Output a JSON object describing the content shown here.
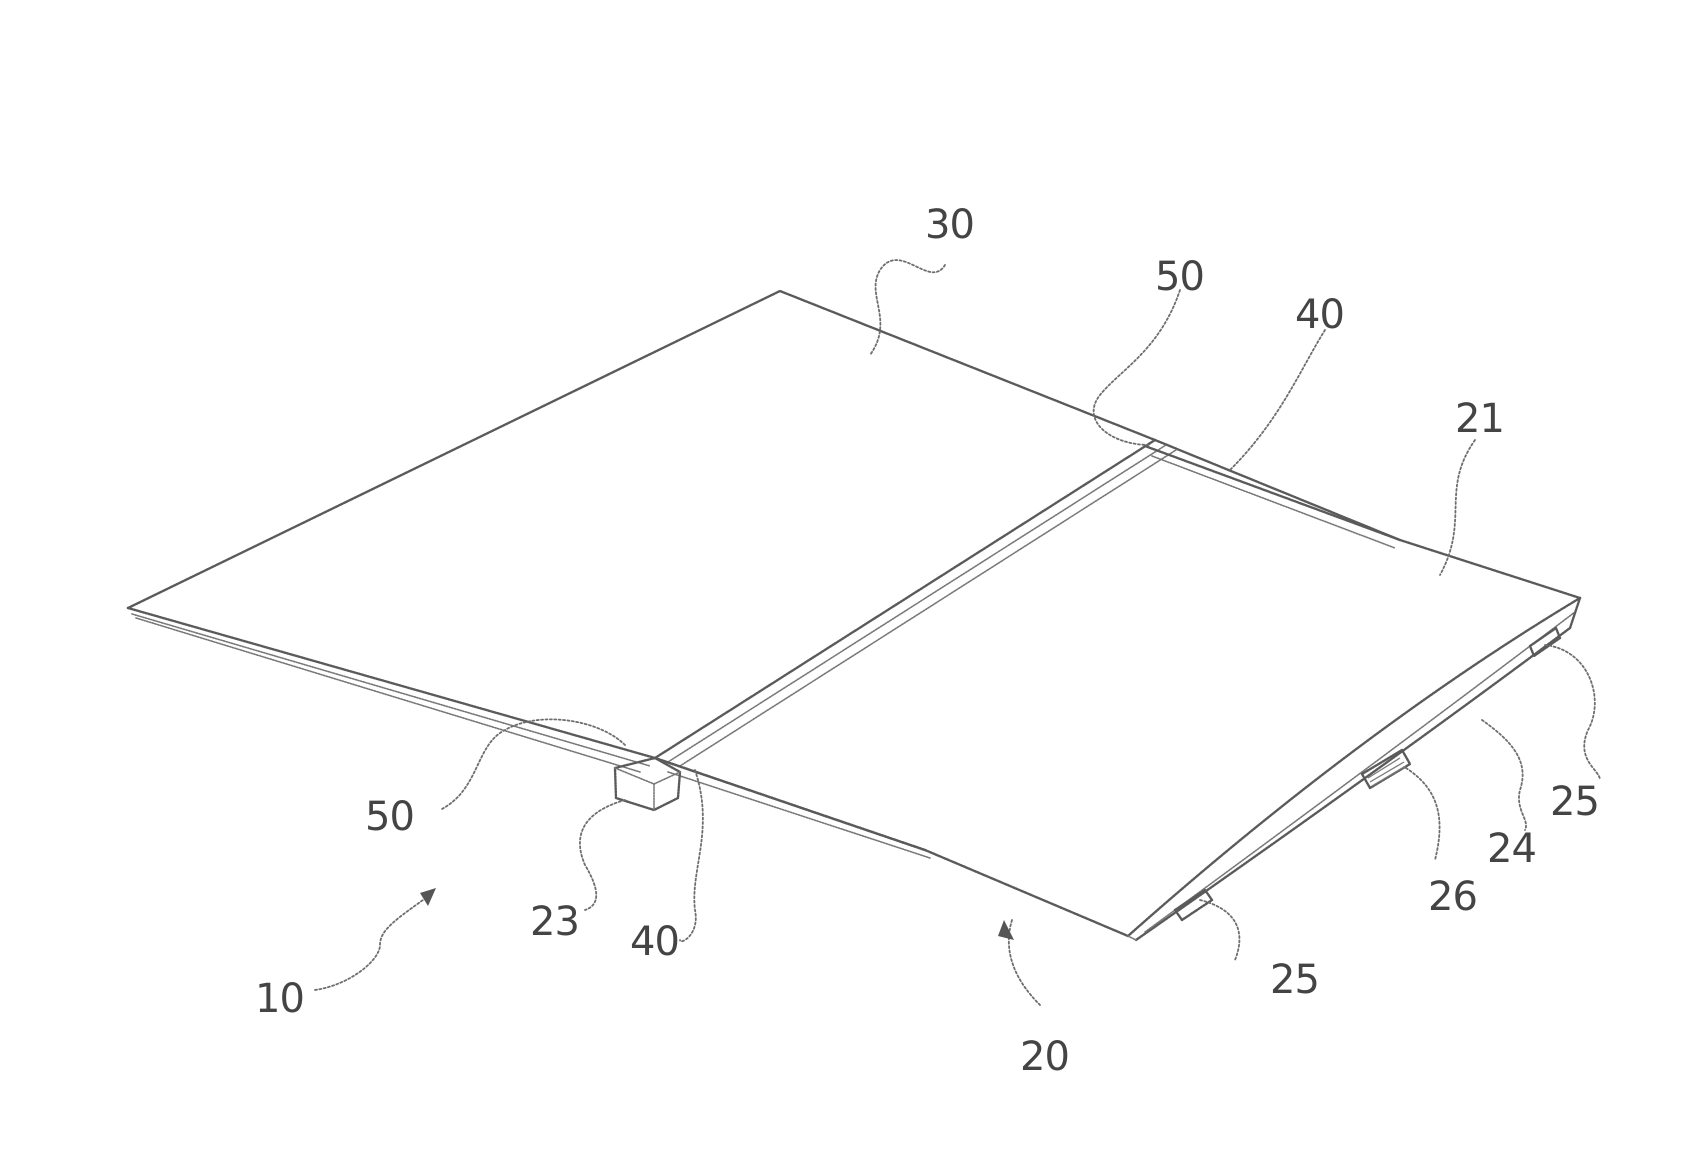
{
  "labels": {
    "ref_10": "10",
    "ref_20": "20",
    "ref_21": "21",
    "ref_23": "23",
    "ref_24": "24",
    "ref_25_top": "25",
    "ref_25_bottom": "25",
    "ref_26": "26",
    "ref_30": "30",
    "ref_40_top": "40",
    "ref_40_bottom": "40",
    "ref_50_top": "50",
    "ref_50_bottom": "50"
  }
}
